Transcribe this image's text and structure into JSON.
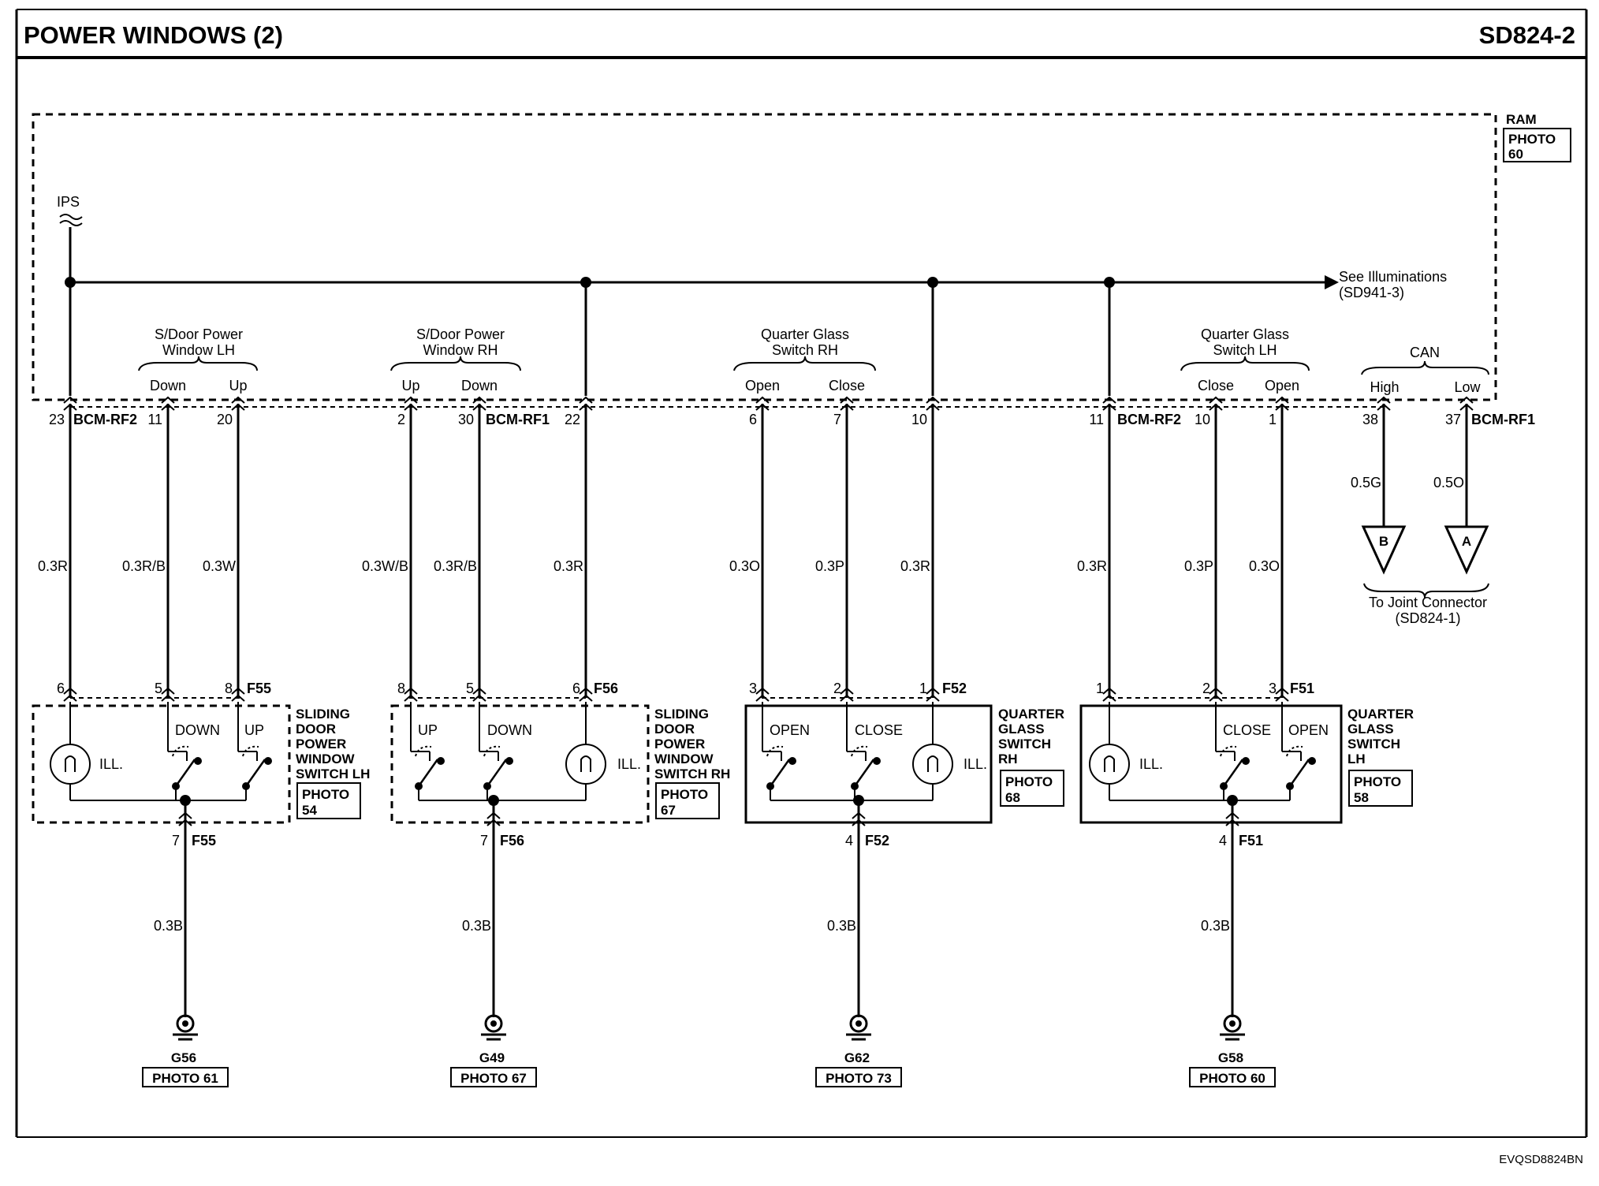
{
  "header": {
    "title": "POWER WINDOWS (2)",
    "code": "SD824-2"
  },
  "ram": {
    "label": "RAM",
    "photo": "PHOTO",
    "photo_num": "60"
  },
  "ips": "IPS",
  "see_illuminations": {
    "line1": "See Illuminations",
    "line2": "(SD941-3)"
  },
  "can": {
    "label": "CAN",
    "high": "High",
    "low": "Low"
  },
  "groups": {
    "sdlh": {
      "line1": "S/Door Power",
      "line2": "Window LH",
      "pin1": "Down",
      "pin2": "Up"
    },
    "sdrh": {
      "line1": "S/Door Power",
      "line2": "Window RH",
      "pin1": "Up",
      "pin2": "Down"
    },
    "qgrh": {
      "line1": "Quarter Glass",
      "line2": "Switch RH",
      "pin1": "Open",
      "pin2": "Close"
    },
    "qglh": {
      "line1": "Quarter Glass",
      "line2": "Switch LH",
      "pin1": "Close",
      "pin2": "Open"
    }
  },
  "connectors": {
    "bcm_rf2": "BCM-RF2",
    "bcm_rf1": "BCM-RF1"
  },
  "bcm_pins": [
    "23",
    "11",
    "20",
    "2",
    "30",
    "22",
    "6",
    "7",
    "10",
    "11",
    "10",
    "1",
    "38",
    "37"
  ],
  "wires": [
    "0.3R",
    "0.3R/B",
    "0.3W",
    "0.3W/B",
    "0.3R/B",
    "0.3R",
    "0.3O",
    "0.3P",
    "0.3R",
    "0.3R",
    "0.3P",
    "0.3O",
    "0.5G",
    "0.5O"
  ],
  "switch_pins": [
    "6",
    "5",
    "8",
    "8",
    "5",
    "6",
    "3",
    "2",
    "1",
    "1",
    "2",
    "3"
  ],
  "switch_connectors": [
    "F55",
    "F56",
    "F52",
    "F51"
  ],
  "joint": {
    "b": "B",
    "a": "A",
    "line1": "To Joint Connector",
    "line2": "(SD824-1)"
  },
  "switches": [
    {
      "l1": "SLIDING",
      "l2": "DOOR",
      "l3": "POWER",
      "l4": "WINDOW",
      "l5": "SWITCH LH",
      "photo": "PHOTO",
      "num": "54",
      "c1": "DOWN",
      "c2": "UP",
      "ill": "ILL."
    },
    {
      "l1": "SLIDING",
      "l2": "DOOR",
      "l3": "POWER",
      "l4": "WINDOW",
      "l5": "SWITCH RH",
      "photo": "PHOTO",
      "num": "67",
      "c1": "UP",
      "c2": "DOWN",
      "ill": "ILL."
    },
    {
      "l1": "QUARTER",
      "l2": "GLASS",
      "l3": "SWITCH",
      "l4": "RH",
      "photo": "PHOTO",
      "num": "68",
      "c1": "OPEN",
      "c2": "CLOSE",
      "ill": "ILL."
    },
    {
      "l1": "QUARTER",
      "l2": "GLASS",
      "l3": "SWITCH",
      "l4": "LH",
      "photo": "PHOTO",
      "num": "58",
      "c1": "CLOSE",
      "c2": "OPEN",
      "ill": "ILL."
    }
  ],
  "grounds": [
    {
      "pin": "7",
      "conn": "F55",
      "wire": "0.3B",
      "name": "G56",
      "photo": "PHOTO 61"
    },
    {
      "pin": "7",
      "conn": "F56",
      "wire": "0.3B",
      "name": "G49",
      "photo": "PHOTO 67"
    },
    {
      "pin": "4",
      "conn": "F52",
      "wire": "0.3B",
      "name": "G62",
      "photo": "PHOTO 73"
    },
    {
      "pin": "4",
      "conn": "F51",
      "wire": "0.3B",
      "name": "G58",
      "photo": "PHOTO 60"
    }
  ],
  "footer_code": "EVQSD8824BN"
}
